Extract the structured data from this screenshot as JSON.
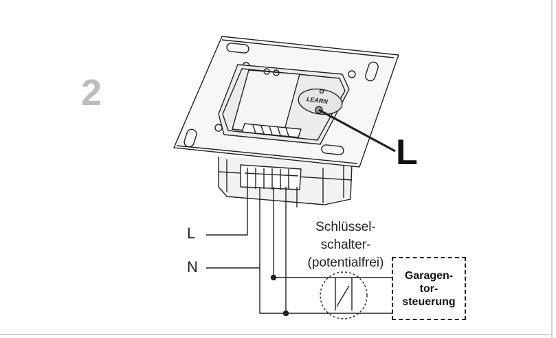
{
  "step": {
    "number": "2"
  },
  "device": {
    "learn_label": "LEARN",
    "button_callout": "L"
  },
  "wiring": {
    "line_label": "L",
    "neutral_label": "N",
    "switch_caption": [
      "Schlüssel-",
      "schalter-",
      "(potentialfrei)"
    ],
    "gate_control": [
      "Garagen-",
      "tor-",
      "steuerung"
    ]
  },
  "colors": {
    "ink": "#222222",
    "step_gray": "#bdbdbd",
    "plate_fill": "#f7f7f7"
  }
}
